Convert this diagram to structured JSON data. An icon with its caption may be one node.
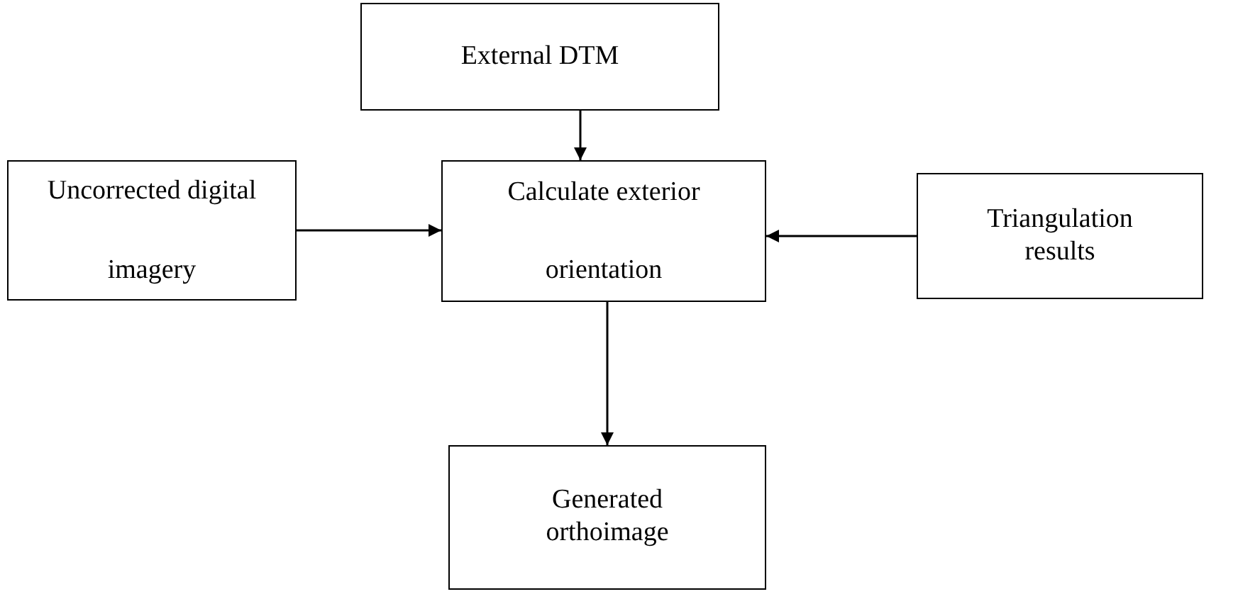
{
  "diagram": {
    "nodes": [
      {
        "text": [
          "External DTM"
        ]
      },
      {
        "text": [
          "Uncorrected digital imagery"
        ]
      },
      {
        "text": [
          "Calculate exterior orientation"
        ]
      },
      {
        "text": [
          "Triangulation results"
        ]
      },
      {
        "text": [
          "Generated orthoimage"
        ]
      }
    ],
    "edges": [
      {
        "from": 0,
        "to": 2,
        "arrow": "to"
      },
      {
        "from": 1,
        "to": 2,
        "arrow": "to"
      },
      {
        "from": 3,
        "to": 2,
        "arrow": "to"
      },
      {
        "from": 2,
        "to": 4,
        "arrow": "to"
      }
    ]
  }
}
